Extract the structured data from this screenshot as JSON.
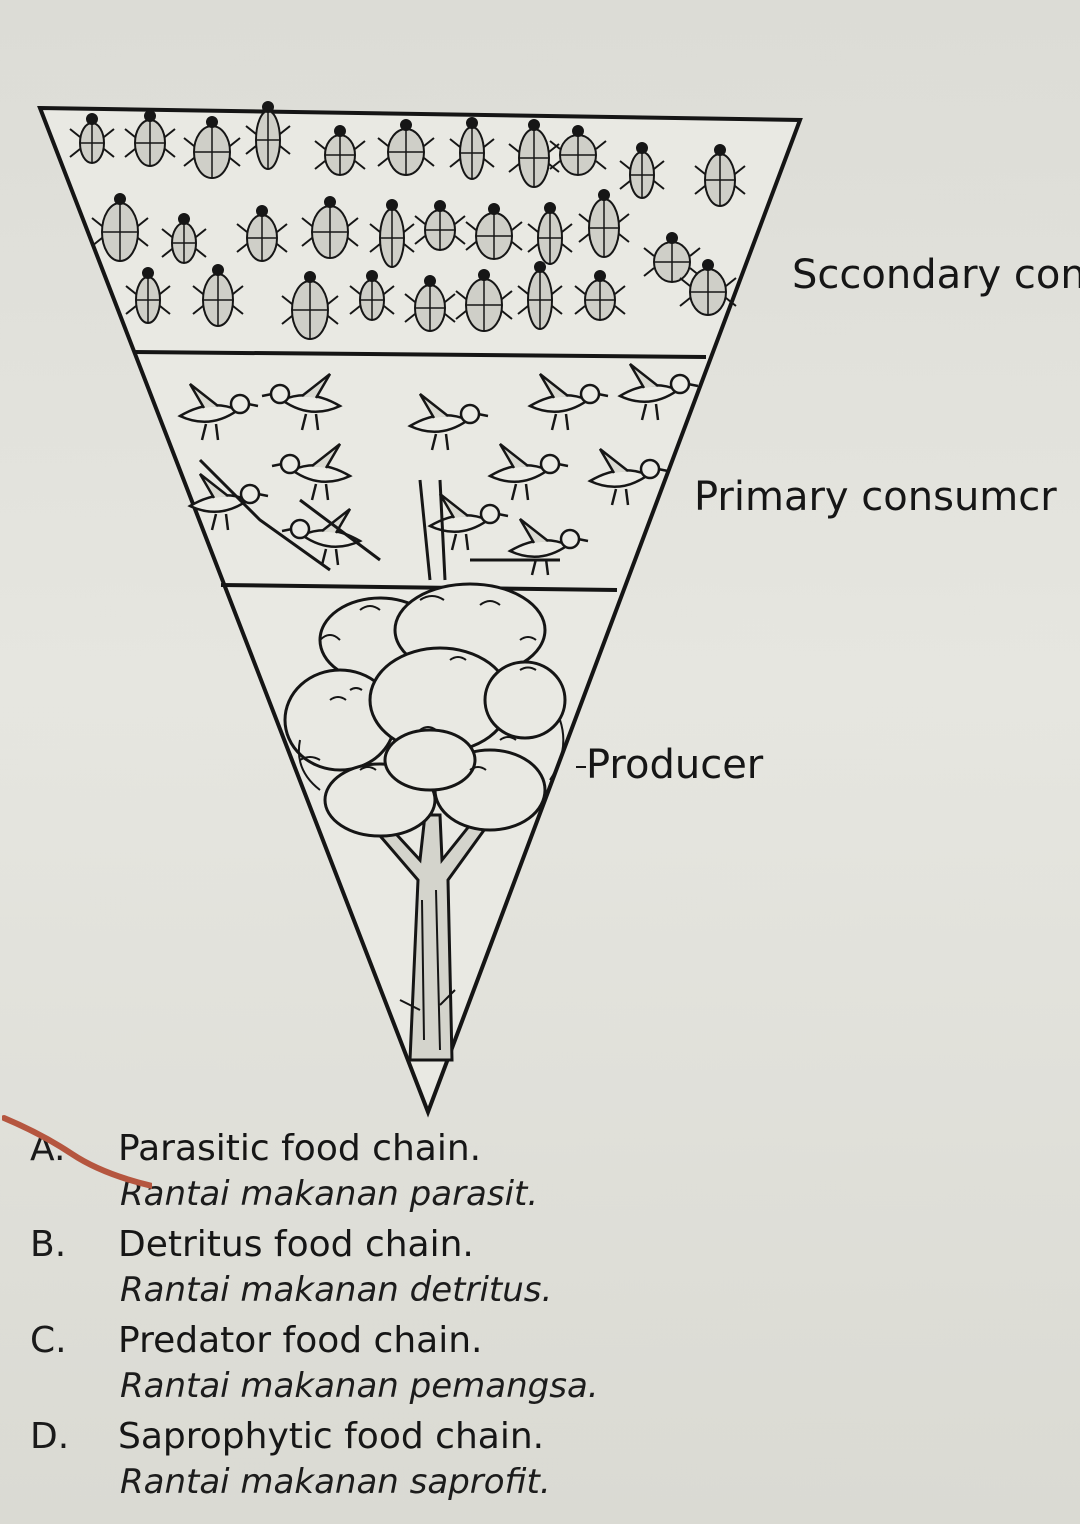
{
  "labels": {
    "secondary": "Sccondary cons",
    "primary": "Primary consumcr",
    "producer": "Producer"
  },
  "options": [
    {
      "letter": "A.",
      "english": "Parasitic food chain.",
      "malay": "Rantai makanan parasit."
    },
    {
      "letter": "B.",
      "english": "Detritus food chain.",
      "malay": "Rantai makanan detritus."
    },
    {
      "letter": "C.",
      "english": "Predator food chain.",
      "malay": "Rantai makanan pemangsa."
    },
    {
      "letter": "D.",
      "english": "Saprophytic food chain.",
      "malay": "Rantai makanan saprofit."
    }
  ],
  "pyramid_levels": [
    {
      "level": "Secondary consumer",
      "organisms": "insects",
      "count": 30
    },
    {
      "level": "Primary consumer",
      "organisms": "birds",
      "count": 12
    },
    {
      "level": "Producer",
      "organisms": "tree",
      "count": 1
    }
  ],
  "colors": {
    "ink": "#161616",
    "paper": "#e2e2dc",
    "mark": "#b5563f"
  }
}
